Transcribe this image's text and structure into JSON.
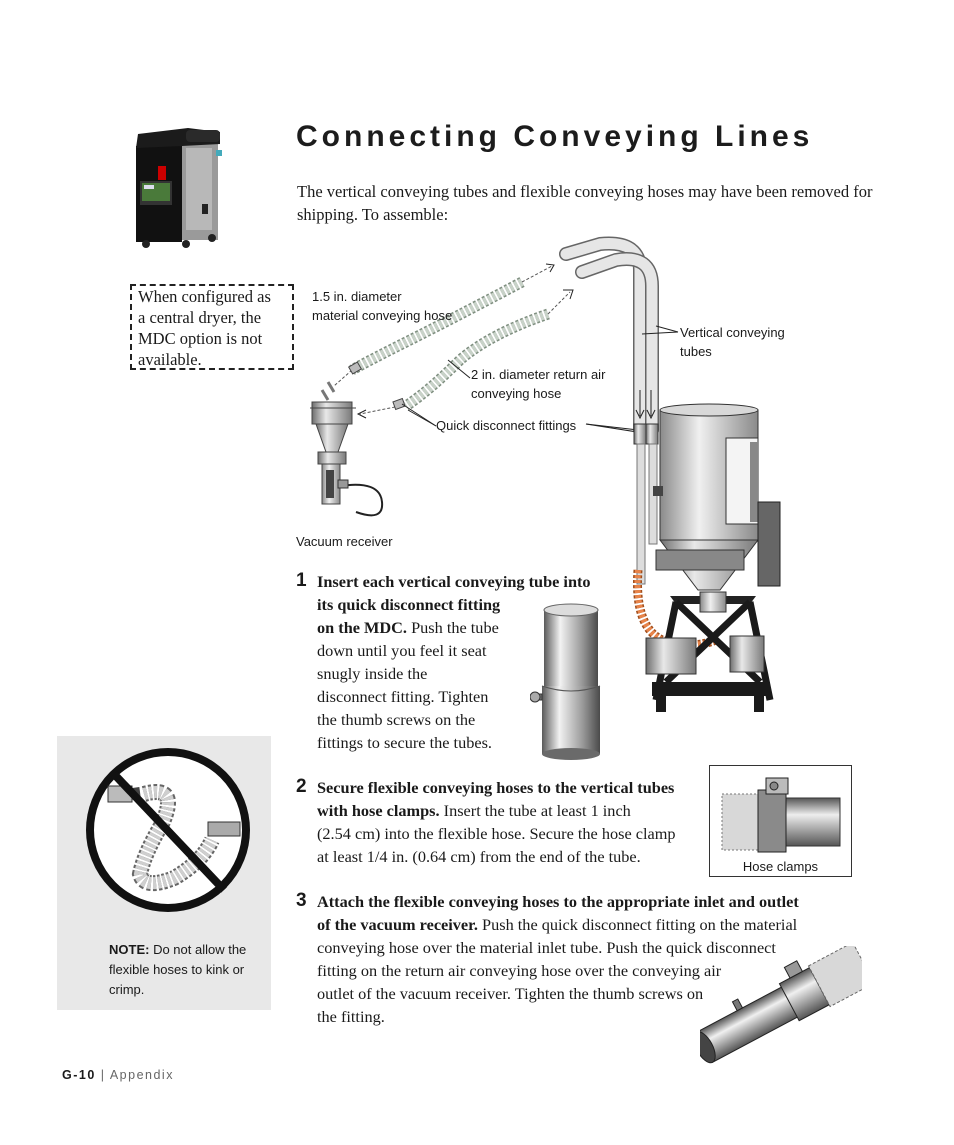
{
  "page": {
    "title": "Connecting Conveying Lines",
    "intro": "The vertical conveying tubes and flexible conveying hoses may have been removed for shipping. To assemble:"
  },
  "sidebar_note": {
    "lines": [
      "When configured as",
      "a central dryer, the",
      "MDC option is not",
      "available."
    ]
  },
  "diagram": {
    "labels": {
      "material_hose_line1": "1.5 in. diameter",
      "material_hose_line2": "material conveying hose",
      "vertical_tubes_line1": "Vertical conveying",
      "vertical_tubes_line2": "tubes",
      "return_hose_line1": "2 in. diameter return air",
      "return_hose_line2": "conveying hose",
      "quick_disconnect": "Quick disconnect fittings",
      "vacuum_receiver": "Vacuum receiver"
    }
  },
  "steps": [
    {
      "number": "1",
      "lines": [
        {
          "bold": "Insert each vertical conveying tube into",
          "normal": ""
        },
        {
          "bold": "its quick disconnect fitting",
          "normal": ""
        },
        {
          "bold": "on the MDC.",
          "normal": " Push the tube"
        },
        {
          "bold": "",
          "normal": "down until you feel it seat"
        },
        {
          "bold": "",
          "normal": "snugly inside the"
        },
        {
          "bold": "",
          "normal": "disconnect fitting. Tighten"
        },
        {
          "bold": "",
          "normal": "the thumb screws on the"
        },
        {
          "bold": "",
          "normal": "fittings to secure the tubes."
        }
      ]
    },
    {
      "number": "2",
      "lines": [
        {
          "bold": "Secure flexible conveying hoses to the vertical tubes",
          "normal": ""
        },
        {
          "bold": "with hose clamps.",
          "normal": " Insert the tube at least 1 inch"
        },
        {
          "bold": "",
          "normal": "(2.54 cm) into the flexible hose. Secure the hose clamp"
        },
        {
          "bold": "",
          "normal": "at least 1/4 in. (0.64 cm) from the end of the tube."
        }
      ]
    },
    {
      "number": "3",
      "lines": [
        {
          "bold": "Attach the flexible conveying hoses to the appropriate inlet and outlet",
          "normal": ""
        },
        {
          "bold": "of the vacuum receiver.",
          "normal": " Push the quick disconnect fitting on the material"
        },
        {
          "bold": "",
          "normal": "conveying hose over the material inlet tube. Push the quick disconnect"
        },
        {
          "bold": "",
          "normal": "fitting on the return air conveying hose over the conveying air"
        },
        {
          "bold": "",
          "normal": "outlet of the vacuum receiver. Tighten the thumb screws on"
        },
        {
          "bold": "",
          "normal": "the fitting."
        }
      ]
    }
  ],
  "hose_clamps_caption": "Hose clamps",
  "warning": {
    "note_label": "NOTE:",
    "lines": [
      " Do not allow the",
      "flexible hoses to kink or",
      "crimp."
    ]
  },
  "footer": {
    "page_number": "G-10",
    "separator": "|",
    "section": "Appendix"
  },
  "colors": {
    "hose_orange": "#e8844a",
    "hose_green": "#c8d2c8",
    "panel_gray": "#e8e8e8"
  }
}
